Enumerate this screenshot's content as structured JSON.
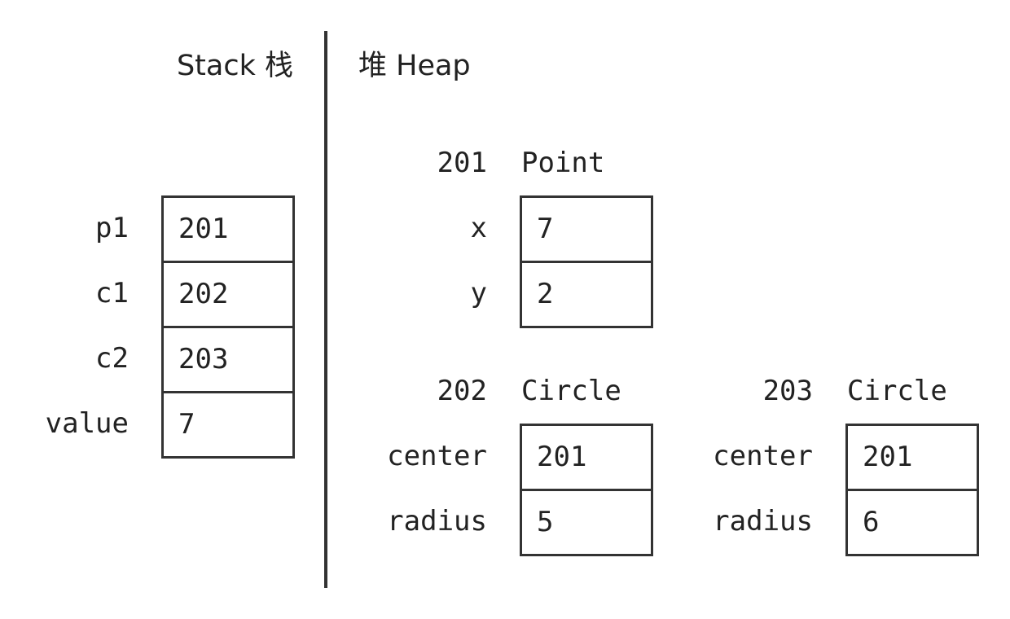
{
  "stack": {
    "heading": "Stack 栈",
    "vars": [
      {
        "name": "p1",
        "value": "201"
      },
      {
        "name": "c1",
        "value": "202"
      },
      {
        "name": "c2",
        "value": "203"
      },
      {
        "name": "value",
        "value": "7"
      }
    ]
  },
  "heap": {
    "heading": "堆 Heap",
    "objects": [
      {
        "address": "201",
        "type": "Point",
        "fields": [
          {
            "name": "x",
            "value": "7"
          },
          {
            "name": "y",
            "value": "2"
          }
        ]
      },
      {
        "address": "202",
        "type": "Circle",
        "fields": [
          {
            "name": "center",
            "value": "201"
          },
          {
            "name": "radius",
            "value": "5"
          }
        ]
      },
      {
        "address": "203",
        "type": "Circle",
        "fields": [
          {
            "name": "center",
            "value": "201"
          },
          {
            "name": "radius",
            "value": "6"
          }
        ]
      }
    ]
  }
}
